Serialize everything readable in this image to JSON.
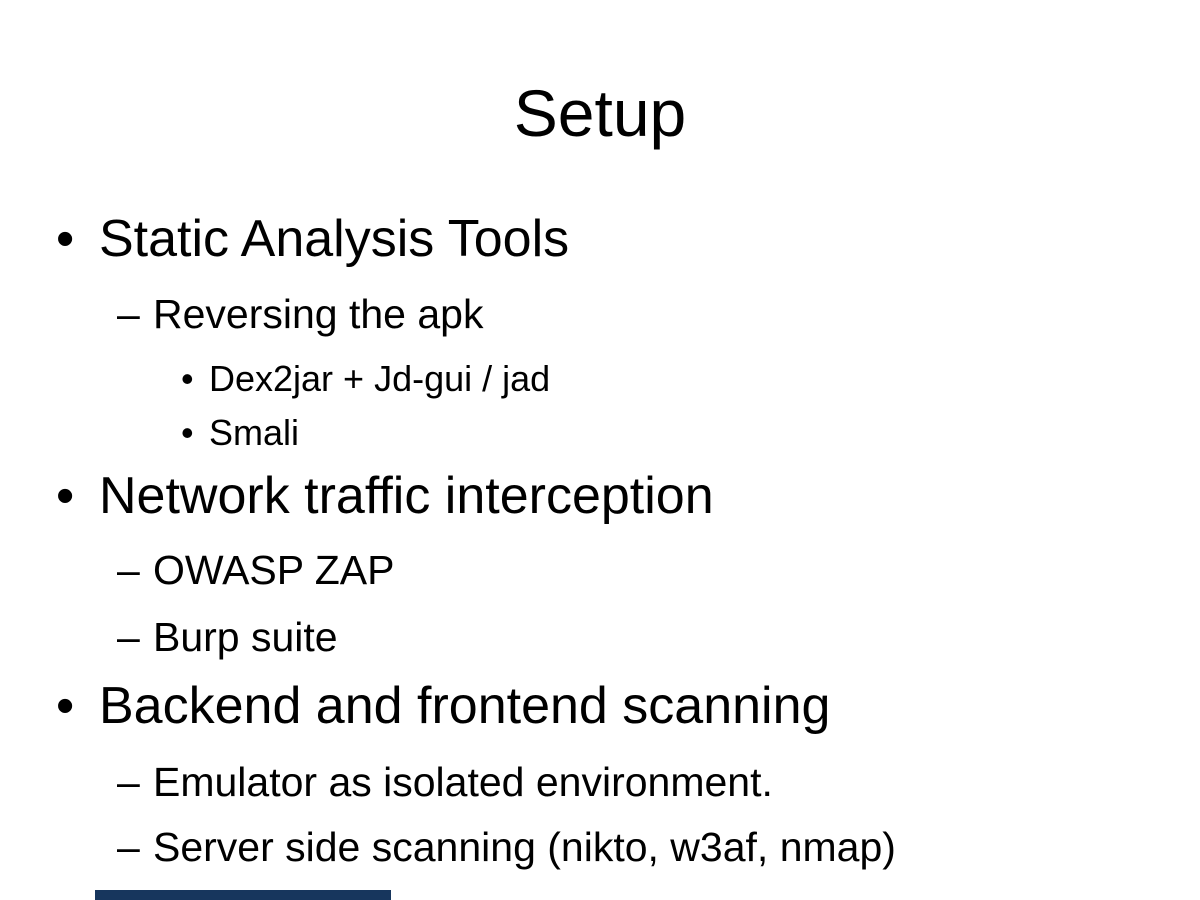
{
  "slide": {
    "title": "Setup",
    "markers": {
      "level1": "•",
      "level2": "–",
      "level3": "•"
    },
    "bullets": [
      {
        "level": 1,
        "text": "Static Analysis Tools"
      },
      {
        "level": 2,
        "text": "Reversing the apk"
      },
      {
        "level": 3,
        "text": "Dex2jar + Jd-gui / jad"
      },
      {
        "level": 3,
        "text": "Smali"
      },
      {
        "level": 1,
        "text": "Network traffic interception"
      },
      {
        "level": 2,
        "text": "OWASP ZAP"
      },
      {
        "level": 2,
        "text": "Burp suite"
      },
      {
        "level": 1,
        "text": "Backend and frontend scanning"
      },
      {
        "level": 2,
        "text": "Emulator as isolated environment."
      },
      {
        "level": 2,
        "text": "Server side scanning (nikto, w3af, nmap)"
      }
    ],
    "colors": {
      "background": "#ffffff",
      "text": "#000000",
      "accent_bar": "#17365d"
    }
  }
}
